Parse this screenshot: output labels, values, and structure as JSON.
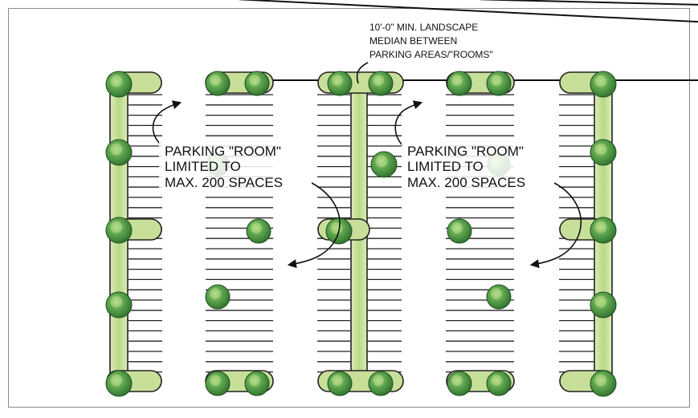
{
  "callouts": {
    "median": [
      "10'-0\" MIN. LANDSCAPE",
      "MEDIAN BETWEEN",
      "PARKING AREAS/\"ROOMS\""
    ],
    "room_left": [
      "PARKING \"ROOM\"",
      "LIMITED TO",
      "MAX. 200 SPACES"
    ],
    "room_right": [
      "PARKING \"ROOM\"",
      "LIMITED TO",
      "MAX. 200 SPACES"
    ]
  },
  "colors": {
    "island_fill": "#c8df9a",
    "tree_dark": "#3f8a3a",
    "tree_light": "#a9cf78",
    "ink": "#111111"
  }
}
